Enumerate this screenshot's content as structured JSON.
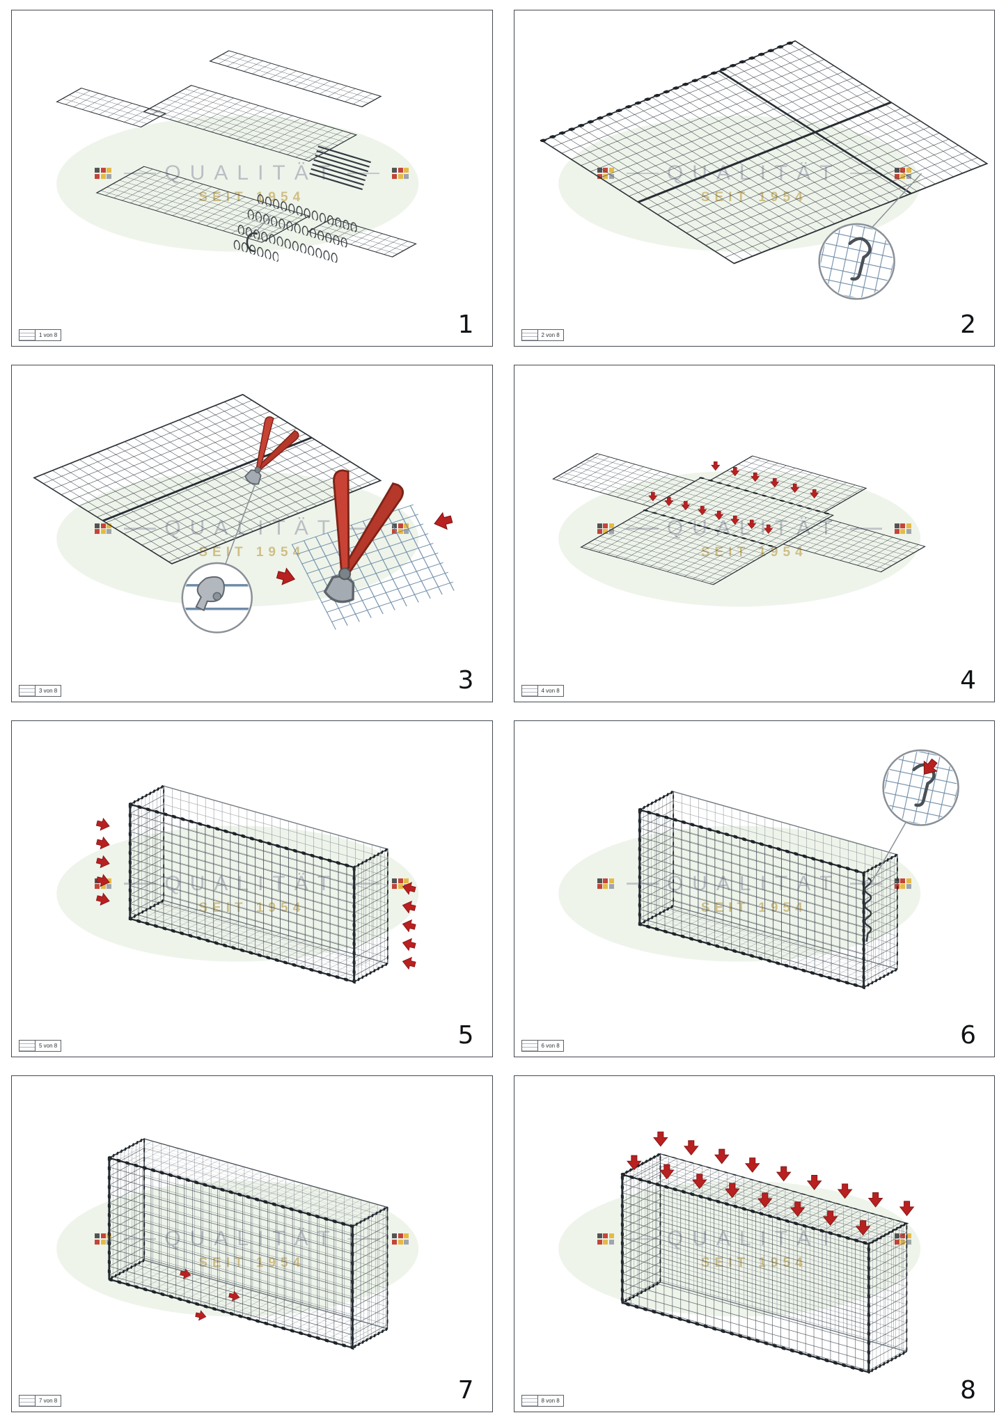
{
  "watermark": {
    "title": "QUALITÄT",
    "subtitle": "SEIT 1954"
  },
  "panels": [
    {
      "number": "1",
      "footer": "1 von 8"
    },
    {
      "number": "2",
      "footer": "2 von 8"
    },
    {
      "number": "3",
      "footer": "3 von 8"
    },
    {
      "number": "4",
      "footer": "4 von 8"
    },
    {
      "number": "5",
      "footer": "5 von 8"
    },
    {
      "number": "6",
      "footer": "6 von 8"
    },
    {
      "number": "7",
      "footer": "7 von 8"
    },
    {
      "number": "8",
      "footer": "8 von 8"
    }
  ],
  "colors": {
    "accent_arrow_red": "#b92020",
    "mesh_wire_dark": "#39424b",
    "mesh_wire_light": "#858c93",
    "detail_wire_blue": "#6e8ca8",
    "watermark_ellipse_green": "#e9f1e3",
    "watermark_text_gray": "#b7bbc1",
    "watermark_text_tan": "#cdbb80",
    "plier_handle_red": "#b5382b"
  },
  "icons": {
    "brand_logo": "colored-squares-grid",
    "fold_arrow": "solid-red-arrow",
    "detail_magnifier": "circle-callout",
    "c_clip": "open-ring",
    "spiral_fastener": "coil-row",
    "pliers": "crimping-pliers"
  }
}
